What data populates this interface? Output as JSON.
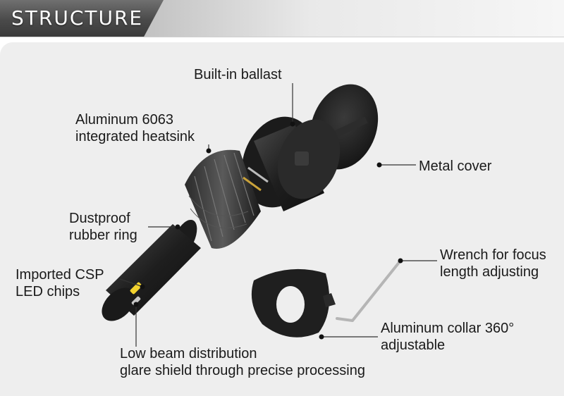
{
  "header": {
    "title": "STRUCTURE"
  },
  "labels": {
    "builtin_ballast": [
      "Built-in ballast"
    ],
    "heatsink": [
      "Aluminum 6063",
      "integrated heatsink"
    ],
    "metal_cover": [
      "Metal cover"
    ],
    "rubber_ring": [
      "Dustproof",
      "rubber ring"
    ],
    "wrench": [
      "Wrench for focus",
      "length adjusting"
    ],
    "csp_chips": [
      "Imported CSP",
      "LED chips"
    ],
    "collar": [
      "Aluminum collar 360°",
      "adjustable"
    ],
    "glare_shield": [
      "Low beam distribution",
      "glare shield through precise processing"
    ]
  },
  "colors": {
    "header_dark": "#4a4a4a",
    "panel_bg": "#eeeeee",
    "part_dark": "#2b2b2b",
    "led_yellow": "#f2d22e",
    "leader_line": "#333333"
  }
}
